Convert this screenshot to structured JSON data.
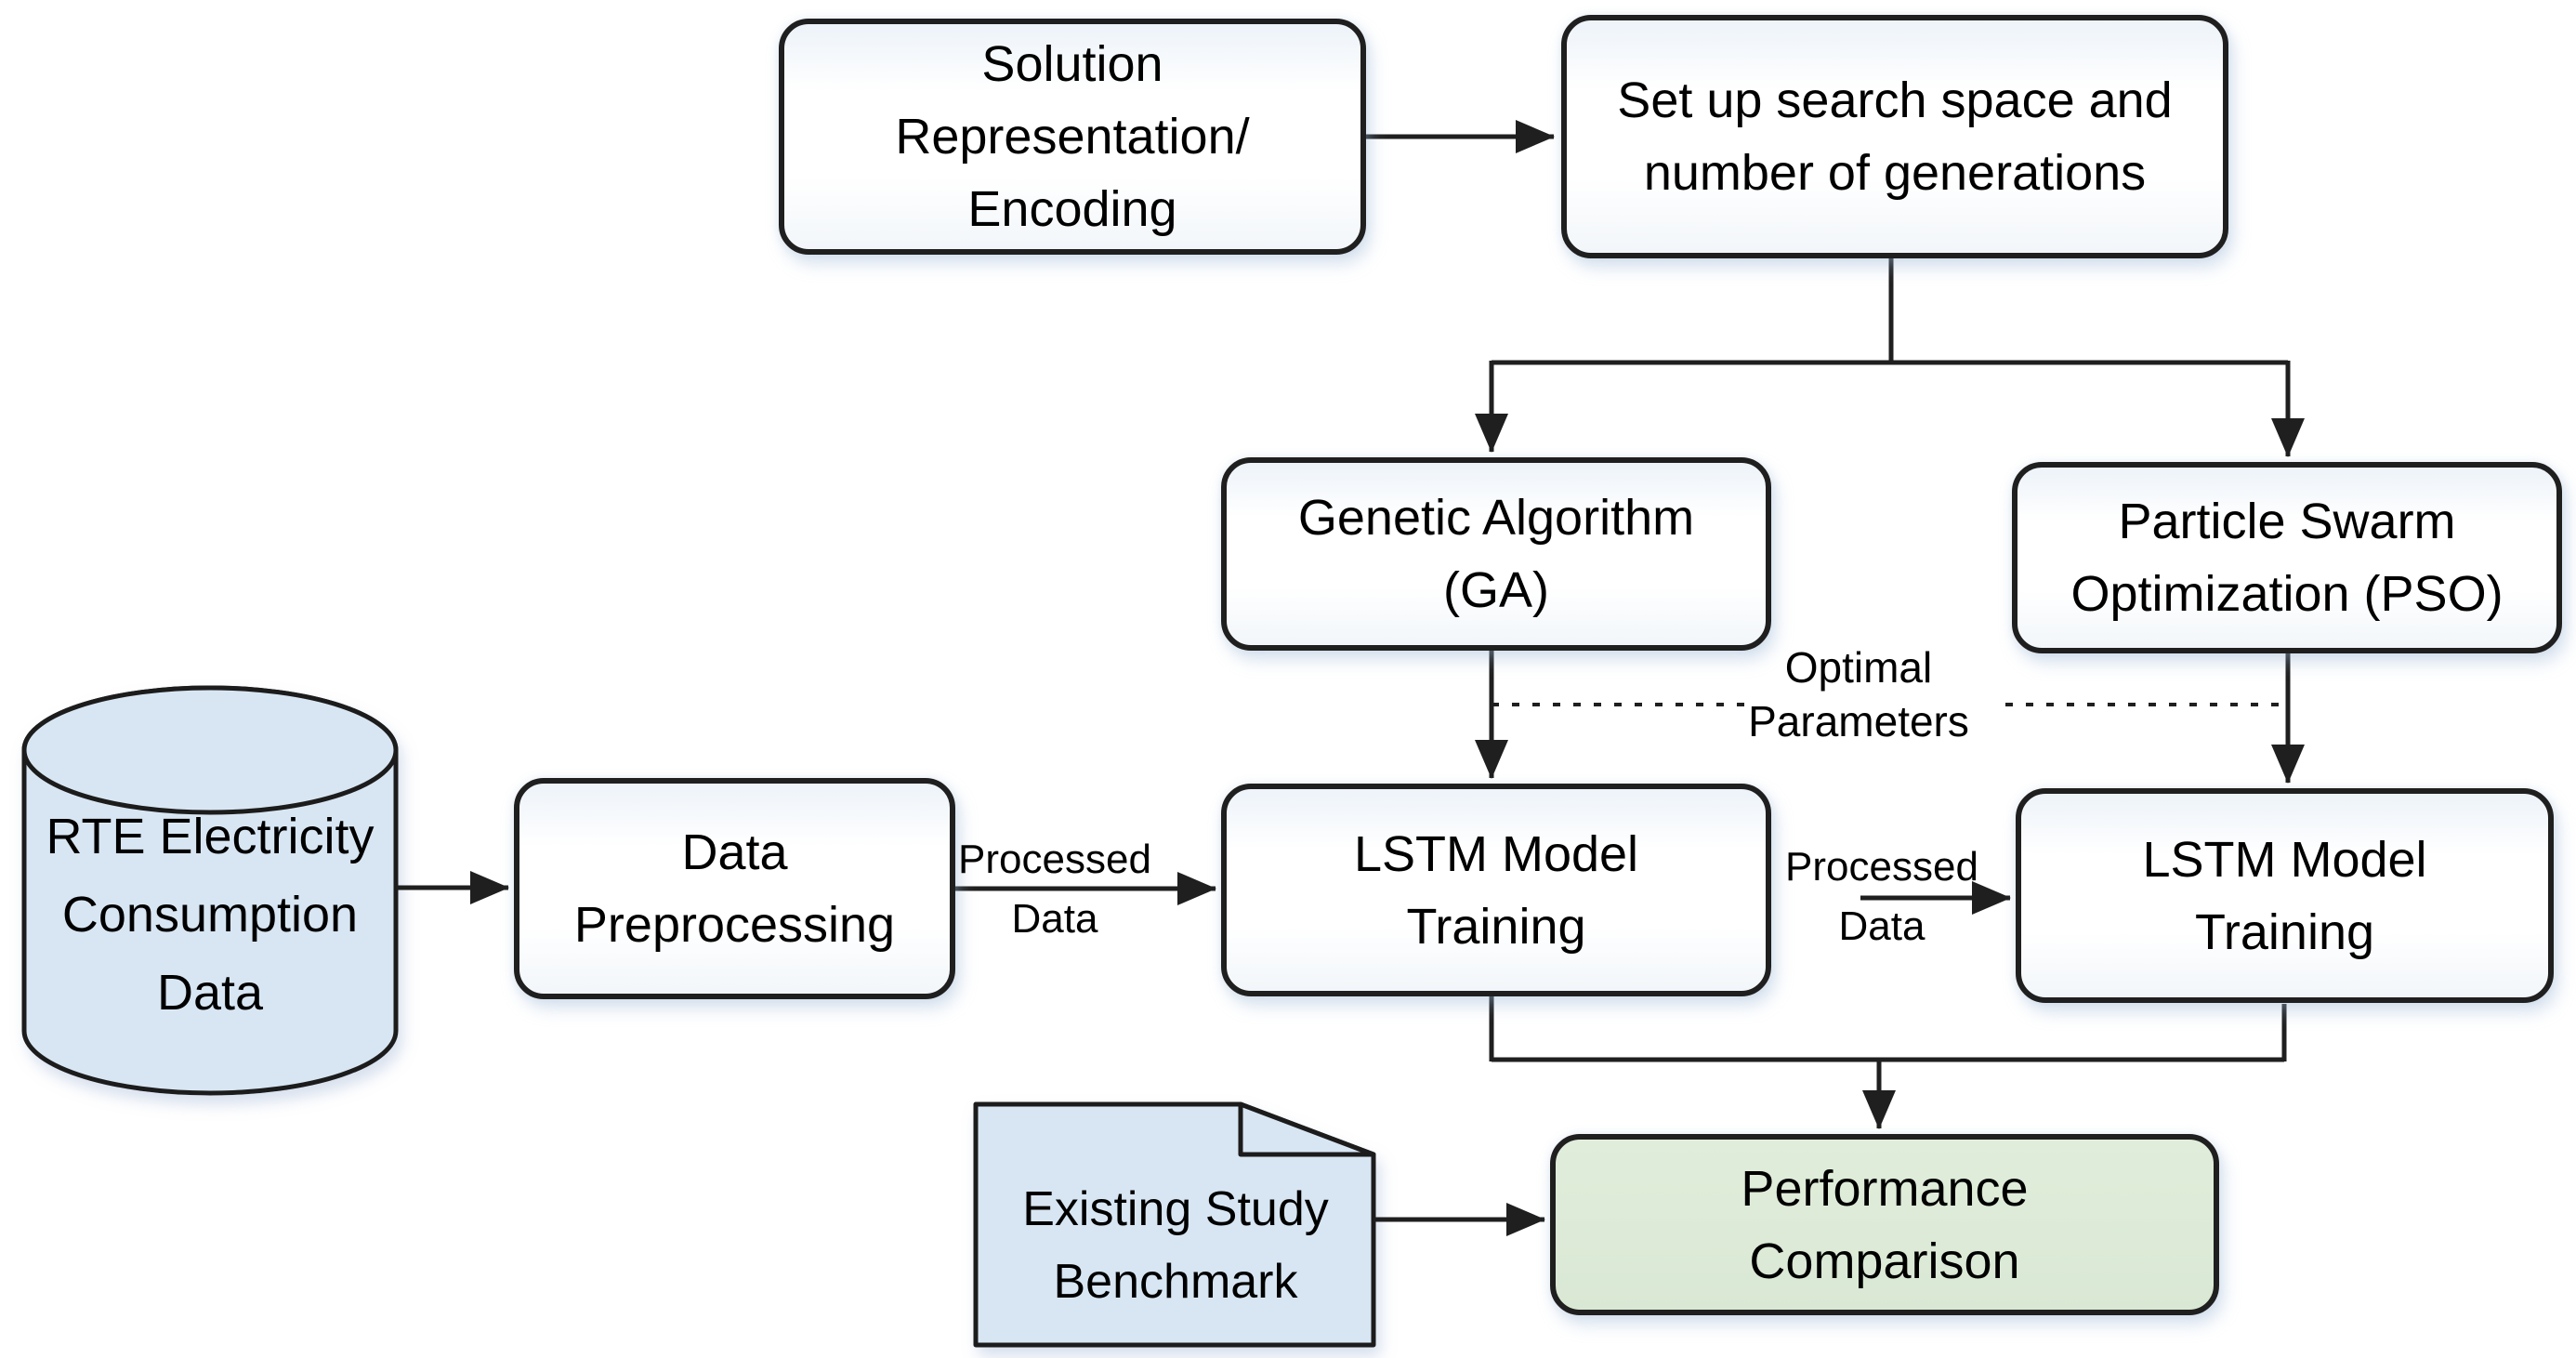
{
  "diagram": {
    "background": "#ffffff",
    "nodes": {
      "solution": {
        "label": "Solution\nRepresentation/\nEncoding",
        "shape": "rounded-rect",
        "fill": "#ffffff"
      },
      "setup": {
        "label": "Set up search space and\nnumber of generations",
        "shape": "rounded-rect",
        "fill": "#ffffff"
      },
      "ga": {
        "label": "Genetic Algorithm\n(GA)",
        "shape": "rounded-rect",
        "fill": "#ffffff"
      },
      "pso": {
        "label": "Particle Swarm\nOptimization (PSO)",
        "shape": "rounded-rect",
        "fill": "#ffffff"
      },
      "lstm_left": {
        "label": "LSTM Model\nTraining",
        "shape": "rounded-rect",
        "fill": "#ffffff"
      },
      "lstm_right": {
        "label": "LSTM Model\nTraining",
        "shape": "rounded-rect",
        "fill": "#ffffff"
      },
      "datastore": {
        "label": "RTE Electricity\nConsumption\nData",
        "shape": "cylinder",
        "fill": "#d8e6f3"
      },
      "preprocessing": {
        "label": "Data\nPreprocessing",
        "shape": "rounded-rect",
        "fill": "#ffffff"
      },
      "benchmark": {
        "label": "Existing Study\nBenchmark",
        "shape": "document",
        "fill": "#d8e6f3"
      },
      "performance": {
        "label": "Performance\nComparison",
        "shape": "rounded-rect",
        "fill": "#dcead7"
      }
    },
    "edge_labels": {
      "optimal_parameters": "Optimal\nParameters",
      "processed_data_left": "Processed\nData",
      "processed_data_right": "Processed\nData"
    },
    "colors": {
      "stroke": "#1f1f1f",
      "blue_fill": "#d8e6f3",
      "green_fill": "#dcead7",
      "white_fill": "#ffffff"
    }
  }
}
